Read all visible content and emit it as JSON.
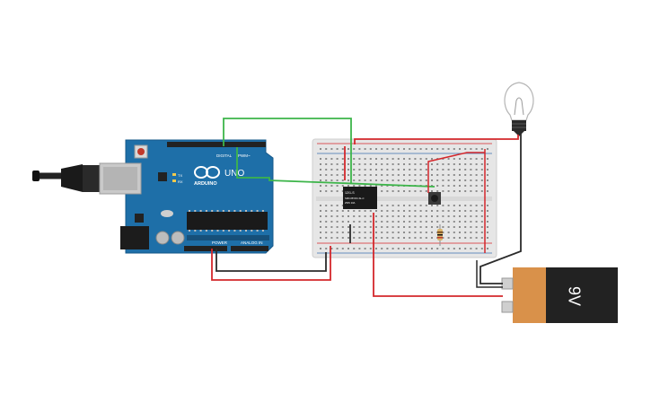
{
  "arduino": {
    "brand": "ARDUINO",
    "model": "UNO",
    "digital_label": "DIGITAL",
    "pwm_label": "PWM~",
    "power_label": "POWER",
    "analog_label": "ANALOG IN",
    "tx_label": "TX",
    "rx_label": "RX",
    "color": "#1e6fa8"
  },
  "relay": {
    "line1": "12/1-S",
    "line2": "SRD-05VDC-SL-C",
    "line3": "250V 10A"
  },
  "battery": {
    "label": "9V",
    "body_color": "#d9914a",
    "cap_color": "#222222"
  },
  "wire_colors": {
    "red": "#d4272b",
    "black": "#2b2b2b",
    "green": "#3db54a"
  }
}
